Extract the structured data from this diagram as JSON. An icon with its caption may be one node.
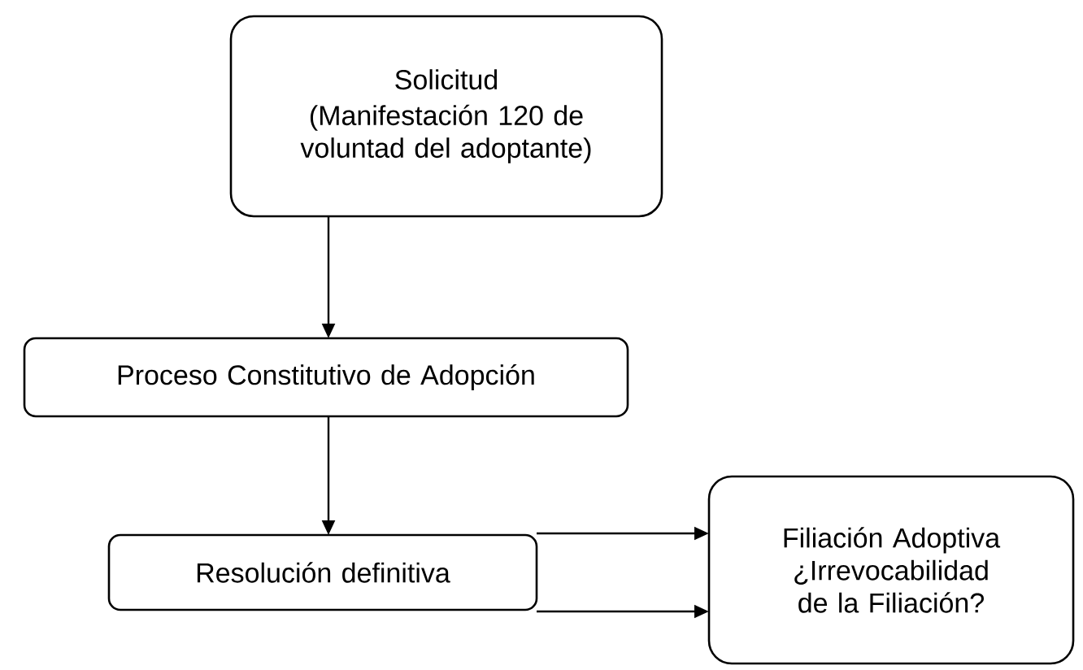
{
  "diagram": {
    "nodes": [
      {
        "text": [
          "Solicitud",
          "(Manifestación 120 de voluntad del adoptante)"
        ]
      },
      {
        "text": [
          "Proceso Constitutivo de Adopción"
        ]
      },
      {
        "text": [
          "Resolución definitiva"
        ]
      },
      {
        "text": [
          "Filiación Adoptiva ¿Irrevocabilidad de la Filiación?"
        ]
      }
    ],
    "edges": [
      {
        "from": 0,
        "to": 1,
        "arrow": "to"
      },
      {
        "from": 1,
        "to": 2,
        "arrow": "to"
      },
      {
        "from": 2,
        "to": 3,
        "arrow": "to"
      },
      {
        "from": 2,
        "to": 3,
        "arrow": "to"
      }
    ]
  }
}
